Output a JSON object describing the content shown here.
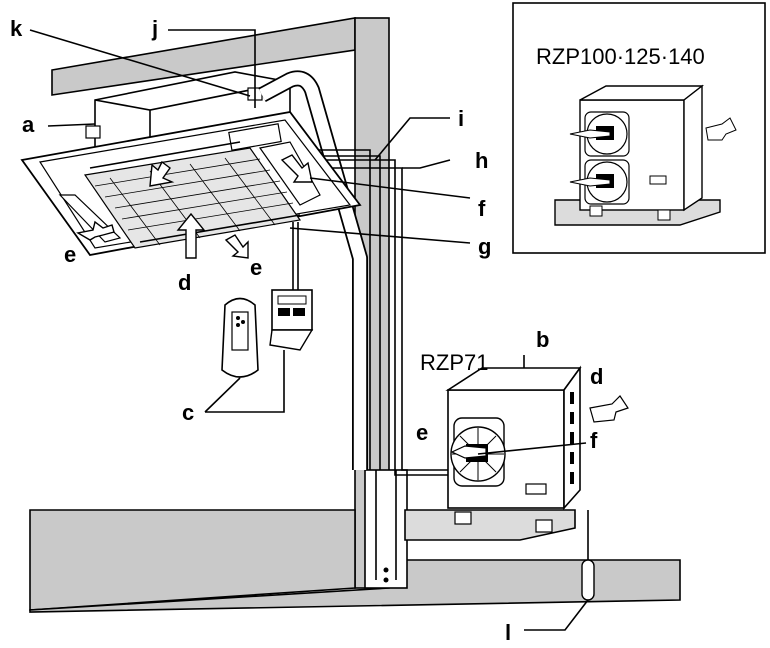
{
  "inset": {
    "model": "RZP100·125·140"
  },
  "outdoor": {
    "model": "RZP71"
  },
  "labels": {
    "a": "a",
    "b": "b",
    "c": "c",
    "d_indoor": "d",
    "d_outdoor": "d",
    "e_left": "e",
    "e_mid": "e",
    "e_outdoor": "e",
    "f_indoor": "f",
    "f_outdoor": "f",
    "g": "g",
    "h": "h",
    "i": "i",
    "j": "j",
    "k": "k",
    "l": "l"
  }
}
